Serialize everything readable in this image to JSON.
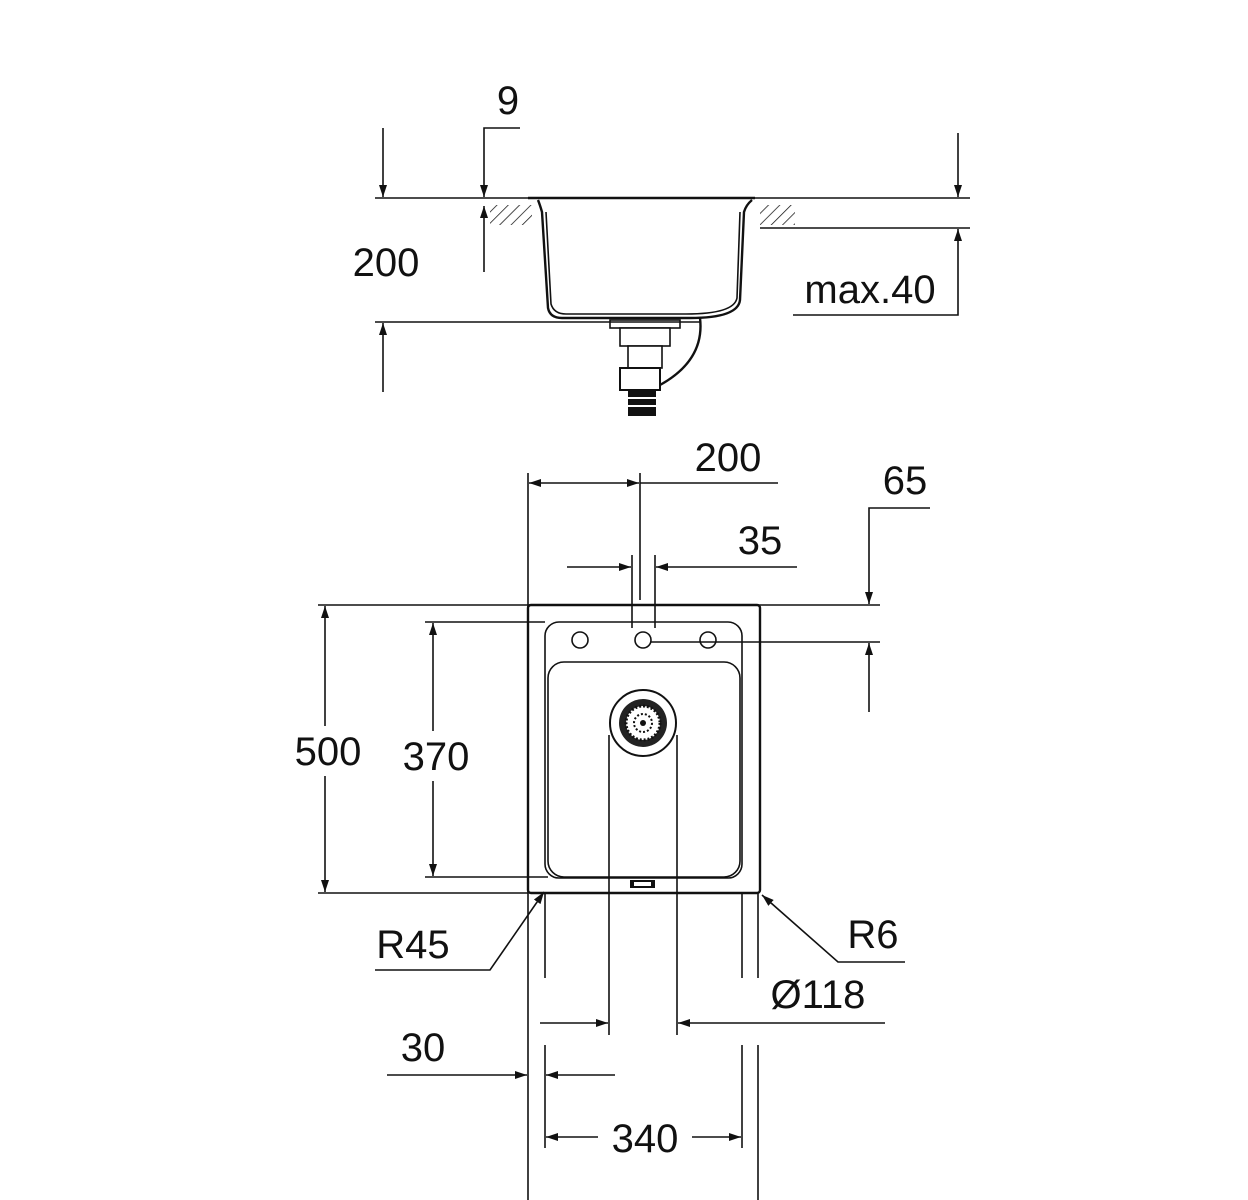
{
  "section_view": {
    "dim_lip": "9",
    "dim_depth": "200",
    "dim_worktop": "max.40"
  },
  "plan_view": {
    "dim_tap_offset": "200",
    "dim_tap_hole": "35",
    "dim_tap_from_edge": "65",
    "dim_length": "500",
    "dim_bowl_length": "370",
    "dim_radius_outer": "R45",
    "dim_radius_corner": "R6",
    "dim_drain": "Ø118",
    "dim_border": "30",
    "dim_bowl_width": "340"
  },
  "colors": {
    "line": "#111111",
    "background": "#ffffff"
  }
}
